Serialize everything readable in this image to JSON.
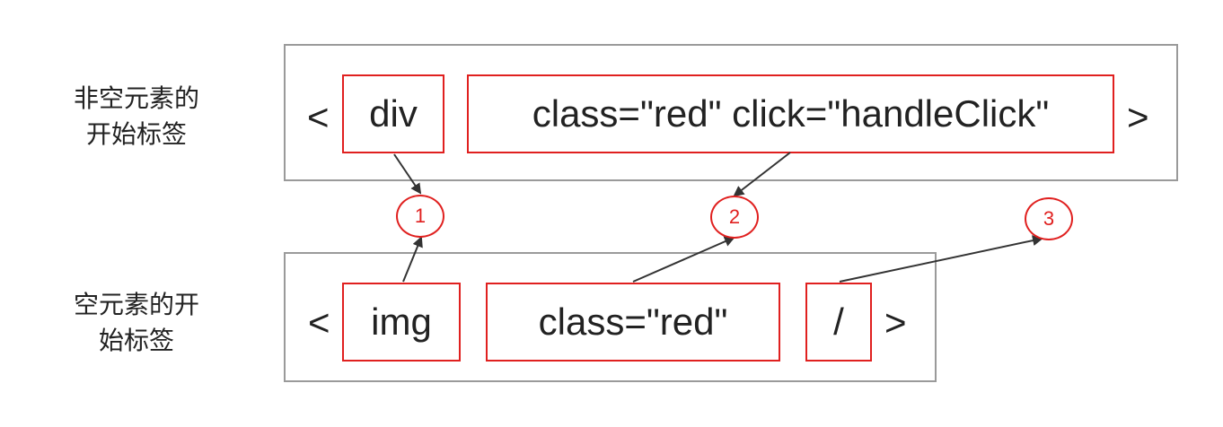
{
  "labels": {
    "non_empty_line1": "非空元素的",
    "non_empty_line2": "开始标签",
    "empty_line1": "空元素的开",
    "empty_line2": "始标签"
  },
  "top_row": {
    "open_bracket": "<",
    "tag_name": "div",
    "attributes": "class=\"red\" click=\"handleClick\"",
    "close_bracket": ">"
  },
  "bottom_row": {
    "open_bracket": "<",
    "tag_name": "img",
    "attributes": "class=\"red\"",
    "self_close": "/",
    "close_bracket": ">"
  },
  "badges": [
    "1",
    "2",
    "3"
  ],
  "colors": {
    "accent_red": "#e0201f",
    "box_gray": "#9a9a9a",
    "text": "#222222"
  }
}
